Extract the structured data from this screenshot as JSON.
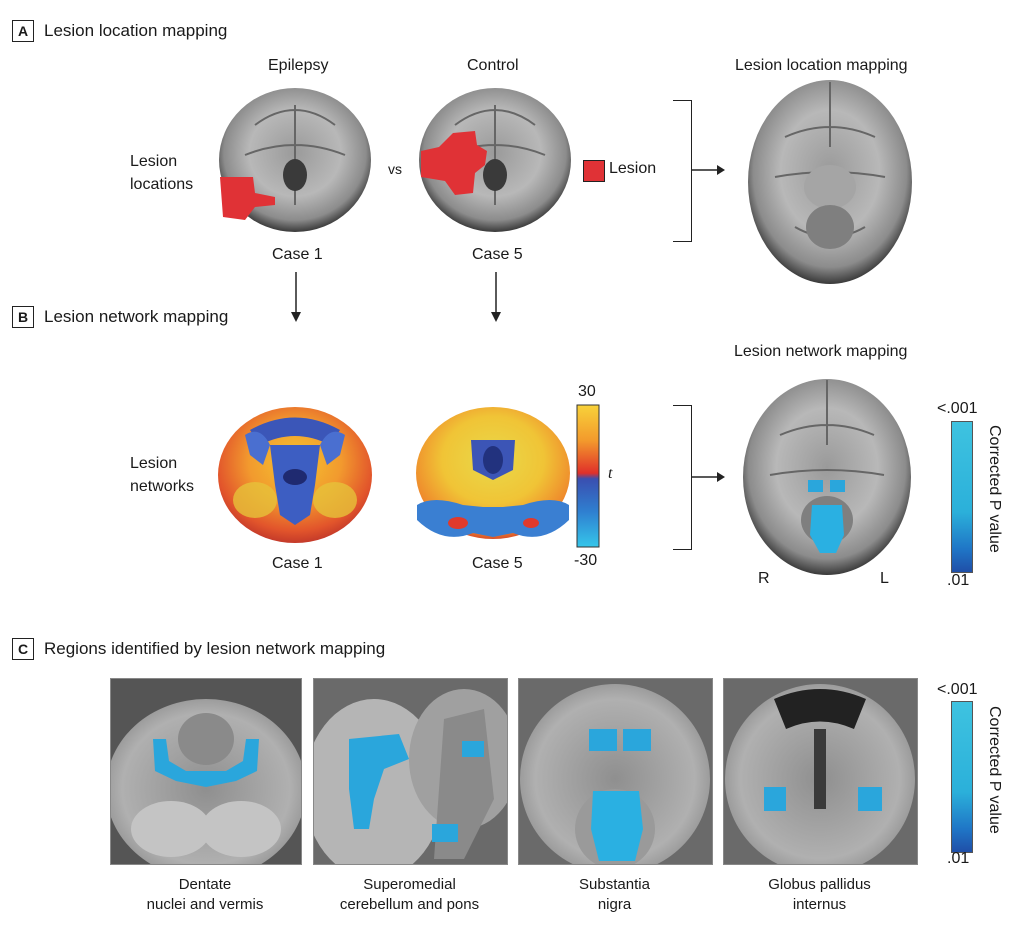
{
  "panels": {
    "a": {
      "letter": "A",
      "title": "Lesion location mapping"
    },
    "b": {
      "letter": "B",
      "title": "Lesion network mapping"
    },
    "c": {
      "letter": "C",
      "title": "Regions identified by lesion network mapping"
    }
  },
  "row_a": {
    "col1_heading": "Epilepsy",
    "col2_heading": "Control",
    "row_label_line1": "Lesion",
    "row_label_line2": "locations",
    "vs": "vs",
    "legend_label": "Lesion",
    "case1": "Case 1",
    "case5": "Case 5",
    "result_heading": "Lesion location mapping",
    "lesion_color": "#e03236"
  },
  "row_b": {
    "row_label_line1": "Lesion",
    "row_label_line2": "networks",
    "case1": "Case 1",
    "case5": "Case 5",
    "t_max": "30",
    "t_min": "-30",
    "t_label": "t",
    "result_heading": "Lesion network mapping",
    "r": "R",
    "l": "L",
    "p_top": "<.001",
    "p_bottom": ".01",
    "p_axis_label": "Corrected P value"
  },
  "row_c": {
    "p_top": "<.001",
    "p_bottom": ".01",
    "p_axis_label": "Corrected P value",
    "regions": [
      {
        "line1": "Dentate",
        "line2": "nuclei and vermis"
      },
      {
        "line1": "Superomedial",
        "line2": "cerebellum and pons"
      },
      {
        "line1": "Substantia",
        "line2": "nigra"
      },
      {
        "line1": "Globus pallidus",
        "line2": "internus"
      }
    ]
  },
  "colors": {
    "accent_blue": "#2aa6dc",
    "lesion_red": "#e03236"
  }
}
